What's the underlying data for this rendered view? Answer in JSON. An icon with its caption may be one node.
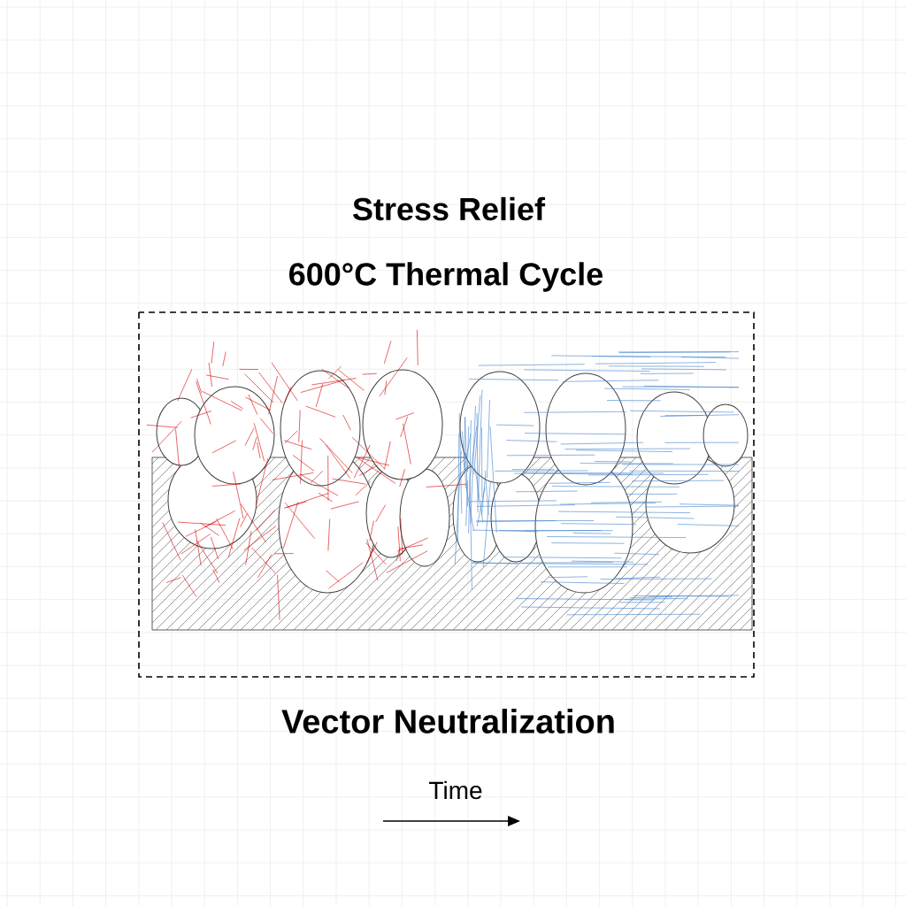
{
  "diagram": {
    "title": "Stress Relief",
    "labels": [
      "600°C Thermal Cycle",
      "Vector Neutralization",
      "Time"
    ]
  }
}
